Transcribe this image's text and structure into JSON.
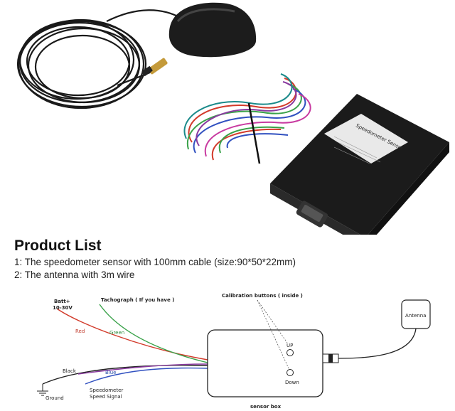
{
  "product_list": {
    "title": "Product List",
    "items": [
      "1: The speedometer sensor with 100mm cable (size:90*50*22mm)",
      "2: The antenna with 3m wire"
    ]
  },
  "photo": {
    "box_label_title": "Speedometer Sensor"
  },
  "diagram": {
    "batt": "Batt+",
    "voltage": "10-30V",
    "tachograph": "Tachograph ( If you have )",
    "red": "Red",
    "green": "Green",
    "black": "Black",
    "blue": "Blue",
    "ground": "Ground",
    "speedo_line1": "Speedometer",
    "speedo_line2": "Speed Signal",
    "calibration": "Calibration buttons ( inside )",
    "up": "UP",
    "down": "Down",
    "sensor_box": "sensor box",
    "antenna": "Antenna"
  },
  "colors": {
    "red_wire": "#d23a2a",
    "green_wire": "#3aa24a",
    "blue_wire": "#3050c0",
    "black_wire": "#222222",
    "purple_wire": "#8a3aa0"
  }
}
